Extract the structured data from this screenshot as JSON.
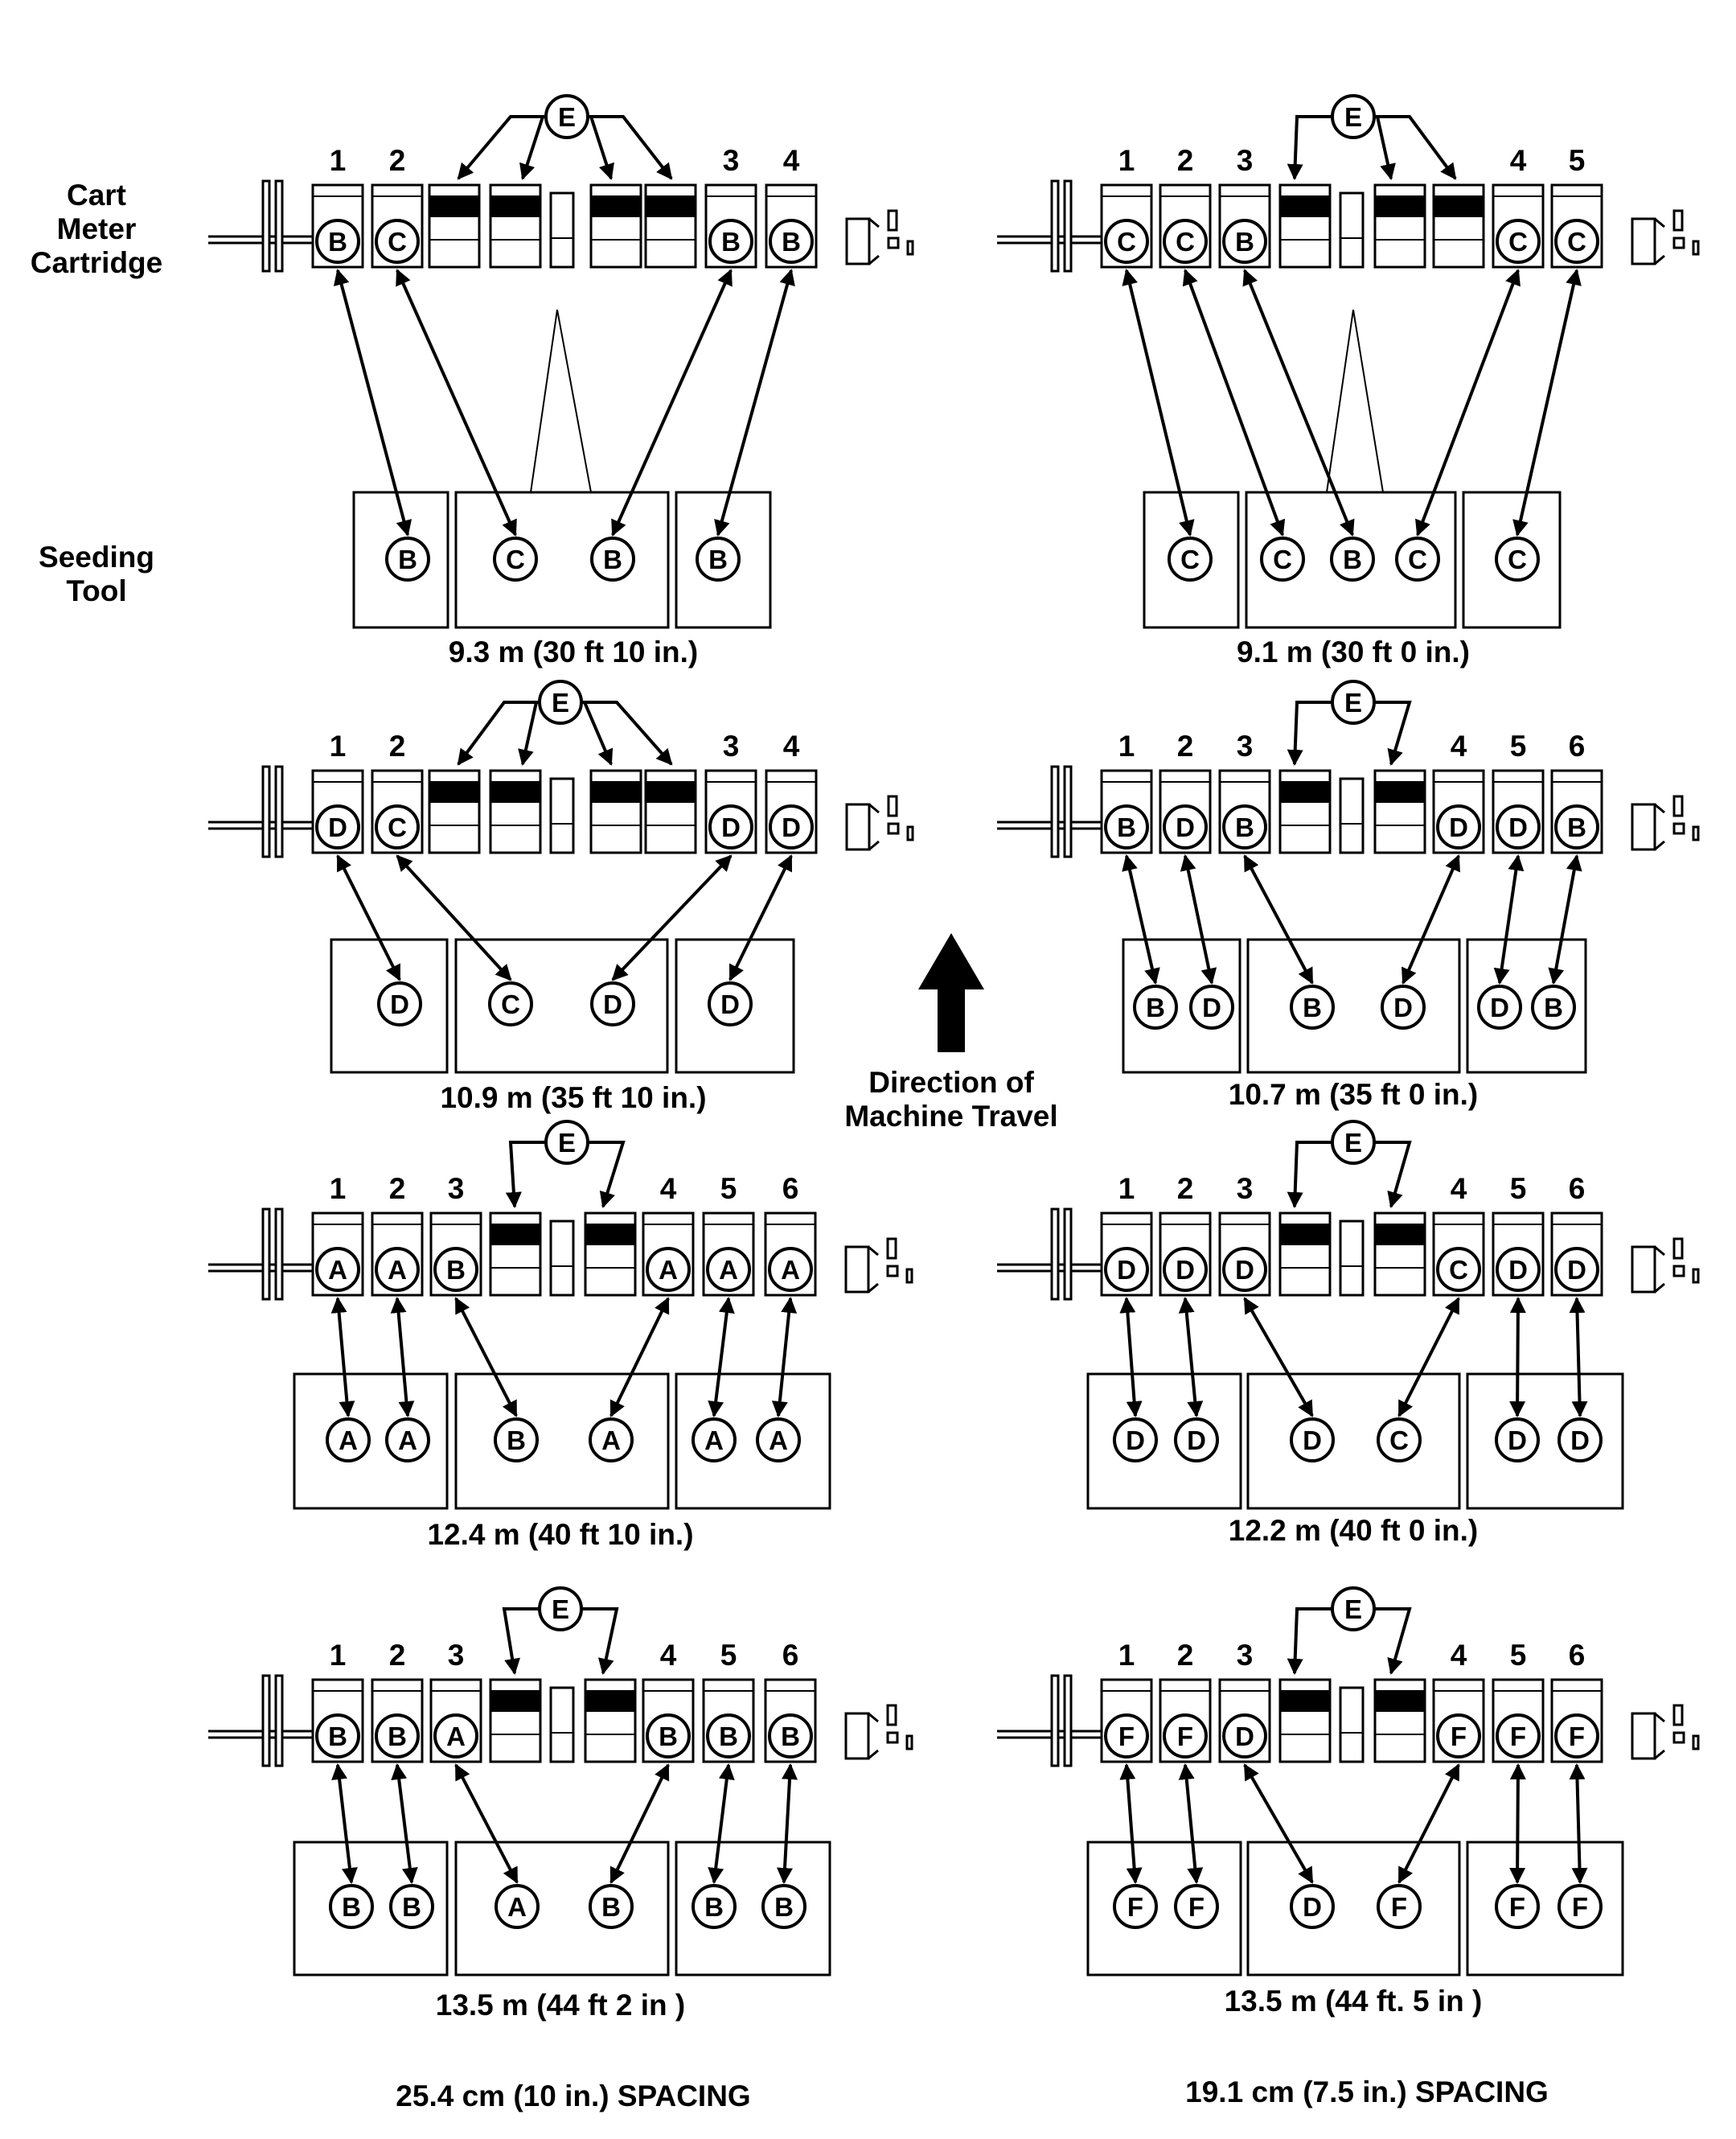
{
  "labels": {
    "cart_meter": "Cart\nMeter\nCartridge",
    "seeding_tool": "Seeding\nTool",
    "direction": "Direction of\nMachine Travel",
    "spacing_left": "25.4 cm (10 in.) SPACING",
    "spacing_right": "19.1 cm (7.5 in.) SPACING",
    "e_label": "E"
  },
  "panels": [
    {
      "id": "left-1",
      "caption": "9.3 m (30 ft 10 in.)",
      "numbers": [
        "1",
        "2",
        "3",
        "4"
      ],
      "cartridges": [
        "B",
        "C",
        "B",
        "B"
      ],
      "tool": [
        "B",
        "C",
        "B",
        "B"
      ]
    },
    {
      "id": "right-1",
      "caption": "9.1 m (30 ft 0 in.)",
      "numbers": [
        "1",
        "2",
        "3",
        "4",
        "5"
      ],
      "cartridges": [
        "C",
        "C",
        "B",
        "C",
        "C"
      ],
      "tool": [
        "C",
        "C",
        "B",
        "C",
        "C"
      ]
    },
    {
      "id": "left-2",
      "caption": "10.9 m (35 ft 10 in.)",
      "numbers": [
        "1",
        "2",
        "3",
        "4"
      ],
      "cartridges": [
        "D",
        "C",
        "D",
        "D"
      ],
      "tool": [
        "D",
        "C",
        "D",
        "D"
      ]
    },
    {
      "id": "right-2",
      "caption": "10.7 m (35 ft 0 in.)",
      "numbers": [
        "1",
        "2",
        "3",
        "4",
        "5",
        "6"
      ],
      "cartridges": [
        "B",
        "D",
        "B",
        "D",
        "D",
        "B"
      ],
      "tool": [
        "B",
        "D",
        "B",
        "D",
        "D",
        "B"
      ]
    },
    {
      "id": "left-3",
      "caption": "12.4 m (40 ft 10 in.)",
      "numbers": [
        "1",
        "2",
        "3",
        "4",
        "5",
        "6"
      ],
      "cartridges": [
        "A",
        "A",
        "B",
        "A",
        "A",
        "A"
      ],
      "tool": [
        "A",
        "A",
        "B",
        "A",
        "A",
        "A"
      ]
    },
    {
      "id": "right-3",
      "caption": "12.2 m (40 ft 0 in.)",
      "numbers": [
        "1",
        "2",
        "3",
        "4",
        "5",
        "6"
      ],
      "cartridges": [
        "D",
        "D",
        "D",
        "C",
        "D",
        "D"
      ],
      "tool": [
        "D",
        "D",
        "D",
        "C",
        "D",
        "D"
      ]
    },
    {
      "id": "left-4",
      "caption": "13.5 m (44 ft 2 in )",
      "numbers": [
        "1",
        "2",
        "3",
        "4",
        "5",
        "6"
      ],
      "cartridges": [
        "B",
        "B",
        "A",
        "B",
        "B",
        "B"
      ],
      "tool": [
        "B",
        "B",
        "A",
        "B",
        "B",
        "B"
      ]
    },
    {
      "id": "right-4",
      "caption": "13.5 m (44 ft. 5 in )",
      "numbers": [
        "1",
        "2",
        "3",
        "4",
        "5",
        "6"
      ],
      "cartridges": [
        "F",
        "F",
        "D",
        "F",
        "F",
        "F"
      ],
      "tool": [
        "F",
        "F",
        "D",
        "F",
        "F",
        "F"
      ]
    }
  ]
}
